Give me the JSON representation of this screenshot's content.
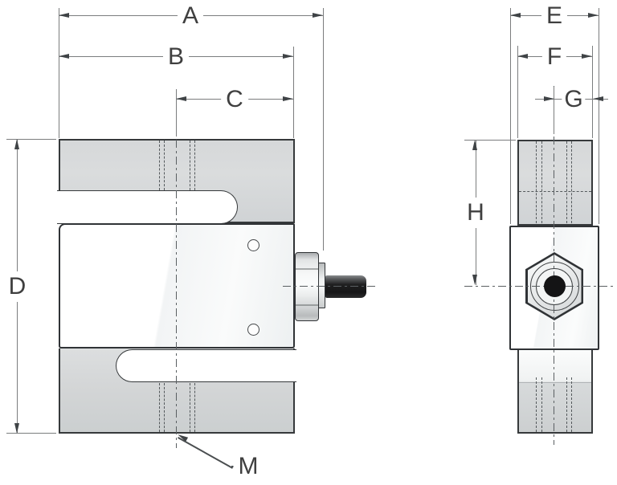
{
  "labels": {
    "A": "A",
    "B": "B",
    "C": "C",
    "D": "D",
    "E": "E",
    "F": "F",
    "G": "G",
    "H": "H",
    "M": "M"
  },
  "colors": {
    "background": "#ffffff",
    "outline": "#36393b",
    "dimension_line": "#7b7d7e",
    "label_text": "#3f3f3f",
    "metal_fill_light": "#dadcdd",
    "metal_fill_dark": "#cccfd0",
    "body_fill": "#ffffff",
    "cable": "#1c1c1d"
  }
}
